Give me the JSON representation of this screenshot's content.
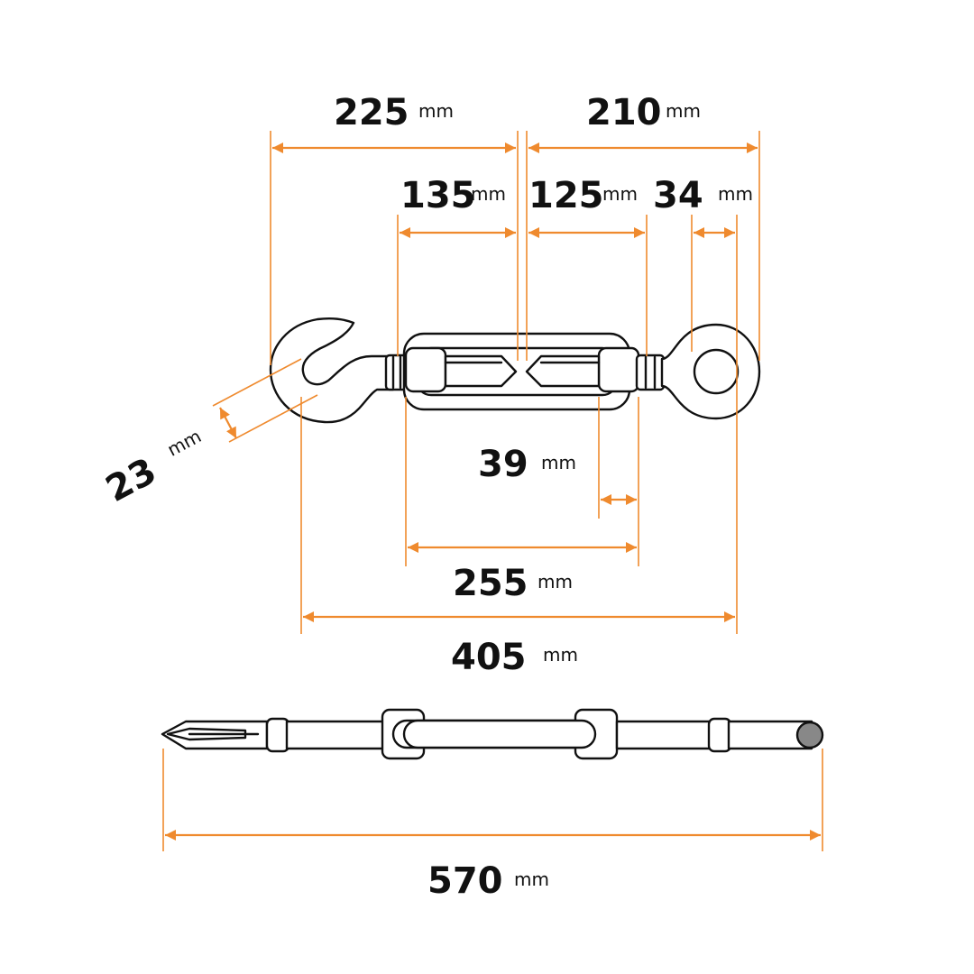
{
  "unit": "mm",
  "colors": {
    "dimension": "#ef8a2e",
    "outline": "#111111",
    "background": "#ffffff",
    "eye_end_cap": "#888888"
  },
  "dimensions": {
    "hook_side_length": "225",
    "eye_side_length": "210",
    "hook_to_center": "135",
    "center_to_nut": "125",
    "eye_diameter": "34",
    "wire_diameter": "23",
    "nut_length": "39",
    "body_length": "255",
    "closed_length": "405",
    "total_length": "570"
  }
}
